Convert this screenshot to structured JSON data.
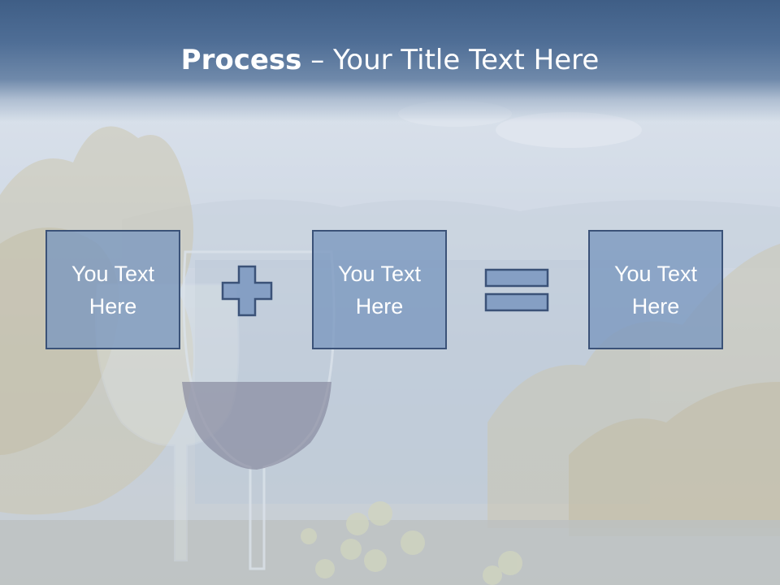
{
  "slide": {
    "title_bold": "Process",
    "title_sep": " – ",
    "title_rest": "Your Title Text Here"
  },
  "process": {
    "boxes": [
      {
        "label": "You Text Here"
      },
      {
        "label": "You Text Here"
      },
      {
        "label": "You Text Here"
      }
    ],
    "operators": [
      "plus-icon",
      "equals-icon"
    ]
  },
  "colors": {
    "title_bar": "#4a6890",
    "box_fill": "#7a97bf",
    "box_border": "#3b5278",
    "text": "#ffffff"
  }
}
